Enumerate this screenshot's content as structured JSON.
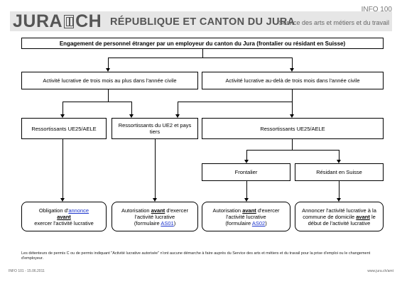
{
  "header": {
    "logo_left": "JURA",
    "logo_right": "CH",
    "republic": "RÉPUBLIQUE ET CANTON DU JURA",
    "service": "Service des arts et métiers et du travail",
    "info_code": "INFO 100"
  },
  "flow": {
    "title": "Engagement de personnel étranger par un employeur du canton du Jura (frontalier ou résidant en Suisse)",
    "branch_short": "Activité lucrative de trois mois au plus dans l'année civile",
    "branch_long": "Activité lucrative au-delà de trois mois dans l'année civile",
    "short_ue": "Ressortissants UE25/AELE",
    "short_other": "Ressortissants du UE2 et pays tiers",
    "long_ue": "Ressortissants UE25/AELE",
    "frontalier": "Frontalier",
    "resident": "Résidant en Suisse",
    "out1": {
      "pre": "Obligation d'",
      "link": "annonce",
      "bold": "avant",
      "post": "exercer l'activité lucrative"
    },
    "out2": {
      "pre": "Autorisation ",
      "bold": "avant",
      "mid": " d'exercer l'activité lucrative",
      "form_pre": "(formulaire ",
      "link": "AS01",
      "form_post": ")"
    },
    "out3": {
      "pre": "Autorisation ",
      "bold": "avant",
      "mid": " d'exercer l'activité lucrative",
      "form_pre": "(formulaire ",
      "link": "AS02",
      "form_post": ")"
    },
    "out4": {
      "pre": "Annoncer l'activité lucrative à la commune de domicile ",
      "bold": "avant",
      "post": " le début de l'activité lucrative"
    }
  },
  "footnote": "Les détenteurs de permis C ou de permis indiquant \"Activité lucrative autorisée\" n'ont aucune démarche à faire auprès du Service des arts et métiers et du travail pour la prise d'emploi ou le changement d'employeur.",
  "footer": {
    "left": "INFO 101 - 15.06.2011",
    "right": "www.jura.ch/amt"
  }
}
